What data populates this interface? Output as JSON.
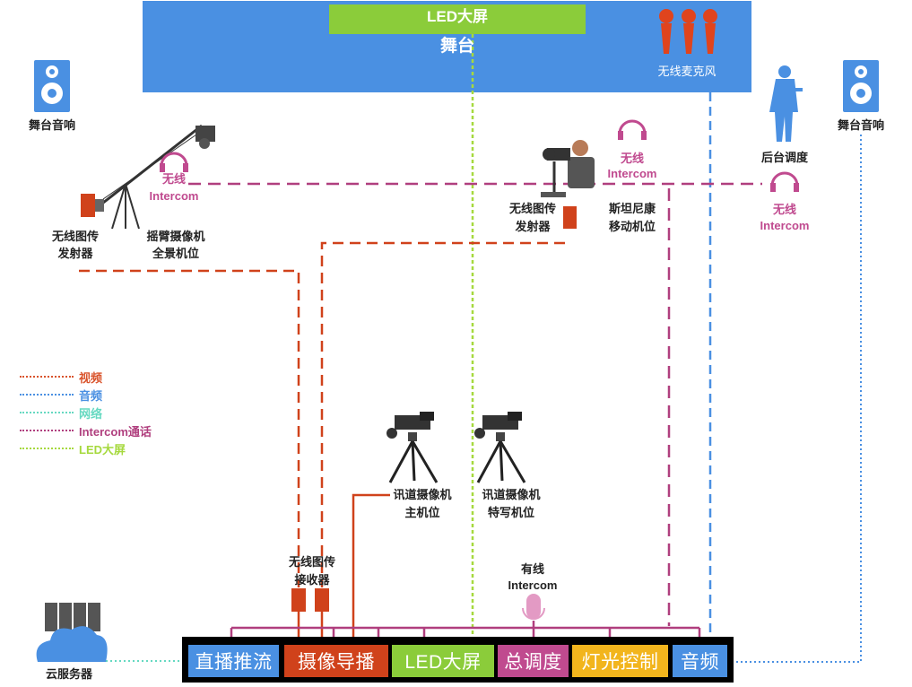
{
  "stage": {
    "led_label": "LED大屏",
    "stage_label": "舞台",
    "mic_label": "无线麦克风"
  },
  "speakers": {
    "left_label": "舞台音响",
    "right_label": "舞台音响"
  },
  "jib": {
    "intercom_line1": "无线",
    "intercom_line2": "Intercom",
    "tx_line1": "无线图传",
    "tx_line2": "发射器",
    "cam_line1": "摇臂摄像机",
    "cam_line2": "全景机位"
  },
  "steadicam": {
    "intercom_line1": "无线",
    "intercom_line2": "Intercom",
    "tx_line1": "无线图传",
    "tx_line2": "发射器",
    "cam_line1": "斯坦尼康",
    "cam_line2": "移动机位"
  },
  "backstage": {
    "label": "后台调度",
    "intercom_line1": "无线",
    "intercom_line2": "Intercom"
  },
  "tripods": {
    "main_line1": "讯道摄像机",
    "main_line2": "主机位",
    "close_line1": "讯道摄像机",
    "close_line2": "特写机位"
  },
  "receiver": {
    "line1": "无线图传",
    "line2": "接收器"
  },
  "wired_intercom": {
    "line1": "有线",
    "line2": "Intercom"
  },
  "cloud": {
    "label": "云服务器"
  },
  "legend": [
    {
      "label": "视频",
      "color": "#d9532b"
    },
    {
      "label": "音频",
      "color": "#4a90e2"
    },
    {
      "label": "网络",
      "color": "#66d9c1"
    },
    {
      "label": "Intercom通话",
      "color": "#b03f7e"
    },
    {
      "label": "LED大屏",
      "color": "#a6d93e"
    }
  ],
  "control_bar": [
    {
      "label": "直播推流",
      "color": "#4a90e2"
    },
    {
      "label": "摄像导播",
      "color": "#d0421b"
    },
    {
      "label": "LED大屏",
      "color": "#8bcc3a"
    },
    {
      "label": "总调度",
      "color": "#c04a8f"
    },
    {
      "label": "灯光控制",
      "color": "#f2b51d"
    },
    {
      "label": "音频",
      "color": "#4a90e2"
    }
  ],
  "colors": {
    "stage": "#4a90e2",
    "led": "#8bcc3a",
    "video": "#d0421b",
    "audio": "#4a90e2",
    "network": "#66d9c1",
    "intercom": "#b03f7e",
    "led_line": "#a6d93e",
    "mic": "#e0441d"
  }
}
